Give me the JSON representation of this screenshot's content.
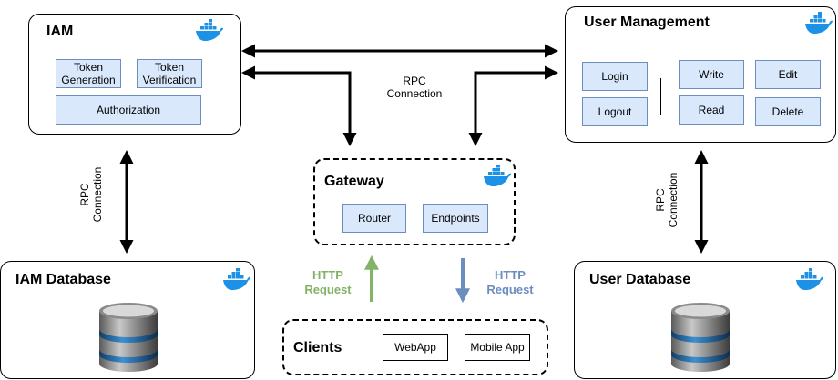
{
  "iam": {
    "title": "IAM",
    "token_generation": "Token\nGeneration",
    "token_verification": "Token\nVerification",
    "authorization": "Authorization"
  },
  "user_management": {
    "title": "User\nManagement",
    "login": "Login",
    "logout": "Logout",
    "write": "Write",
    "read": "Read",
    "edit": "Edit",
    "delete": "Delete"
  },
  "gateway": {
    "title": "Gateway",
    "router": "Router",
    "endpoints": "Endpoints"
  },
  "iam_database": {
    "title": "IAM Database"
  },
  "user_database": {
    "title": "User Database"
  },
  "clients": {
    "title": "Clients",
    "webapp": "WebApp",
    "mobile_app": "Mobile App"
  },
  "connections": {
    "rpc_top": "RPC\nConnection",
    "rpc_left": "RPC\nConnection",
    "rpc_right": "RPC\nConnection",
    "http_up": "HTTP\nRequest",
    "http_down": "HTTP\nRequest"
  },
  "colors": {
    "box_fill": "#dae8fc",
    "box_border": "#6c8ebf",
    "http_up": "#82b366",
    "http_down": "#6c8ebf",
    "docker": "#1d91e6"
  },
  "icons": [
    "docker-icon",
    "database-icon"
  ]
}
